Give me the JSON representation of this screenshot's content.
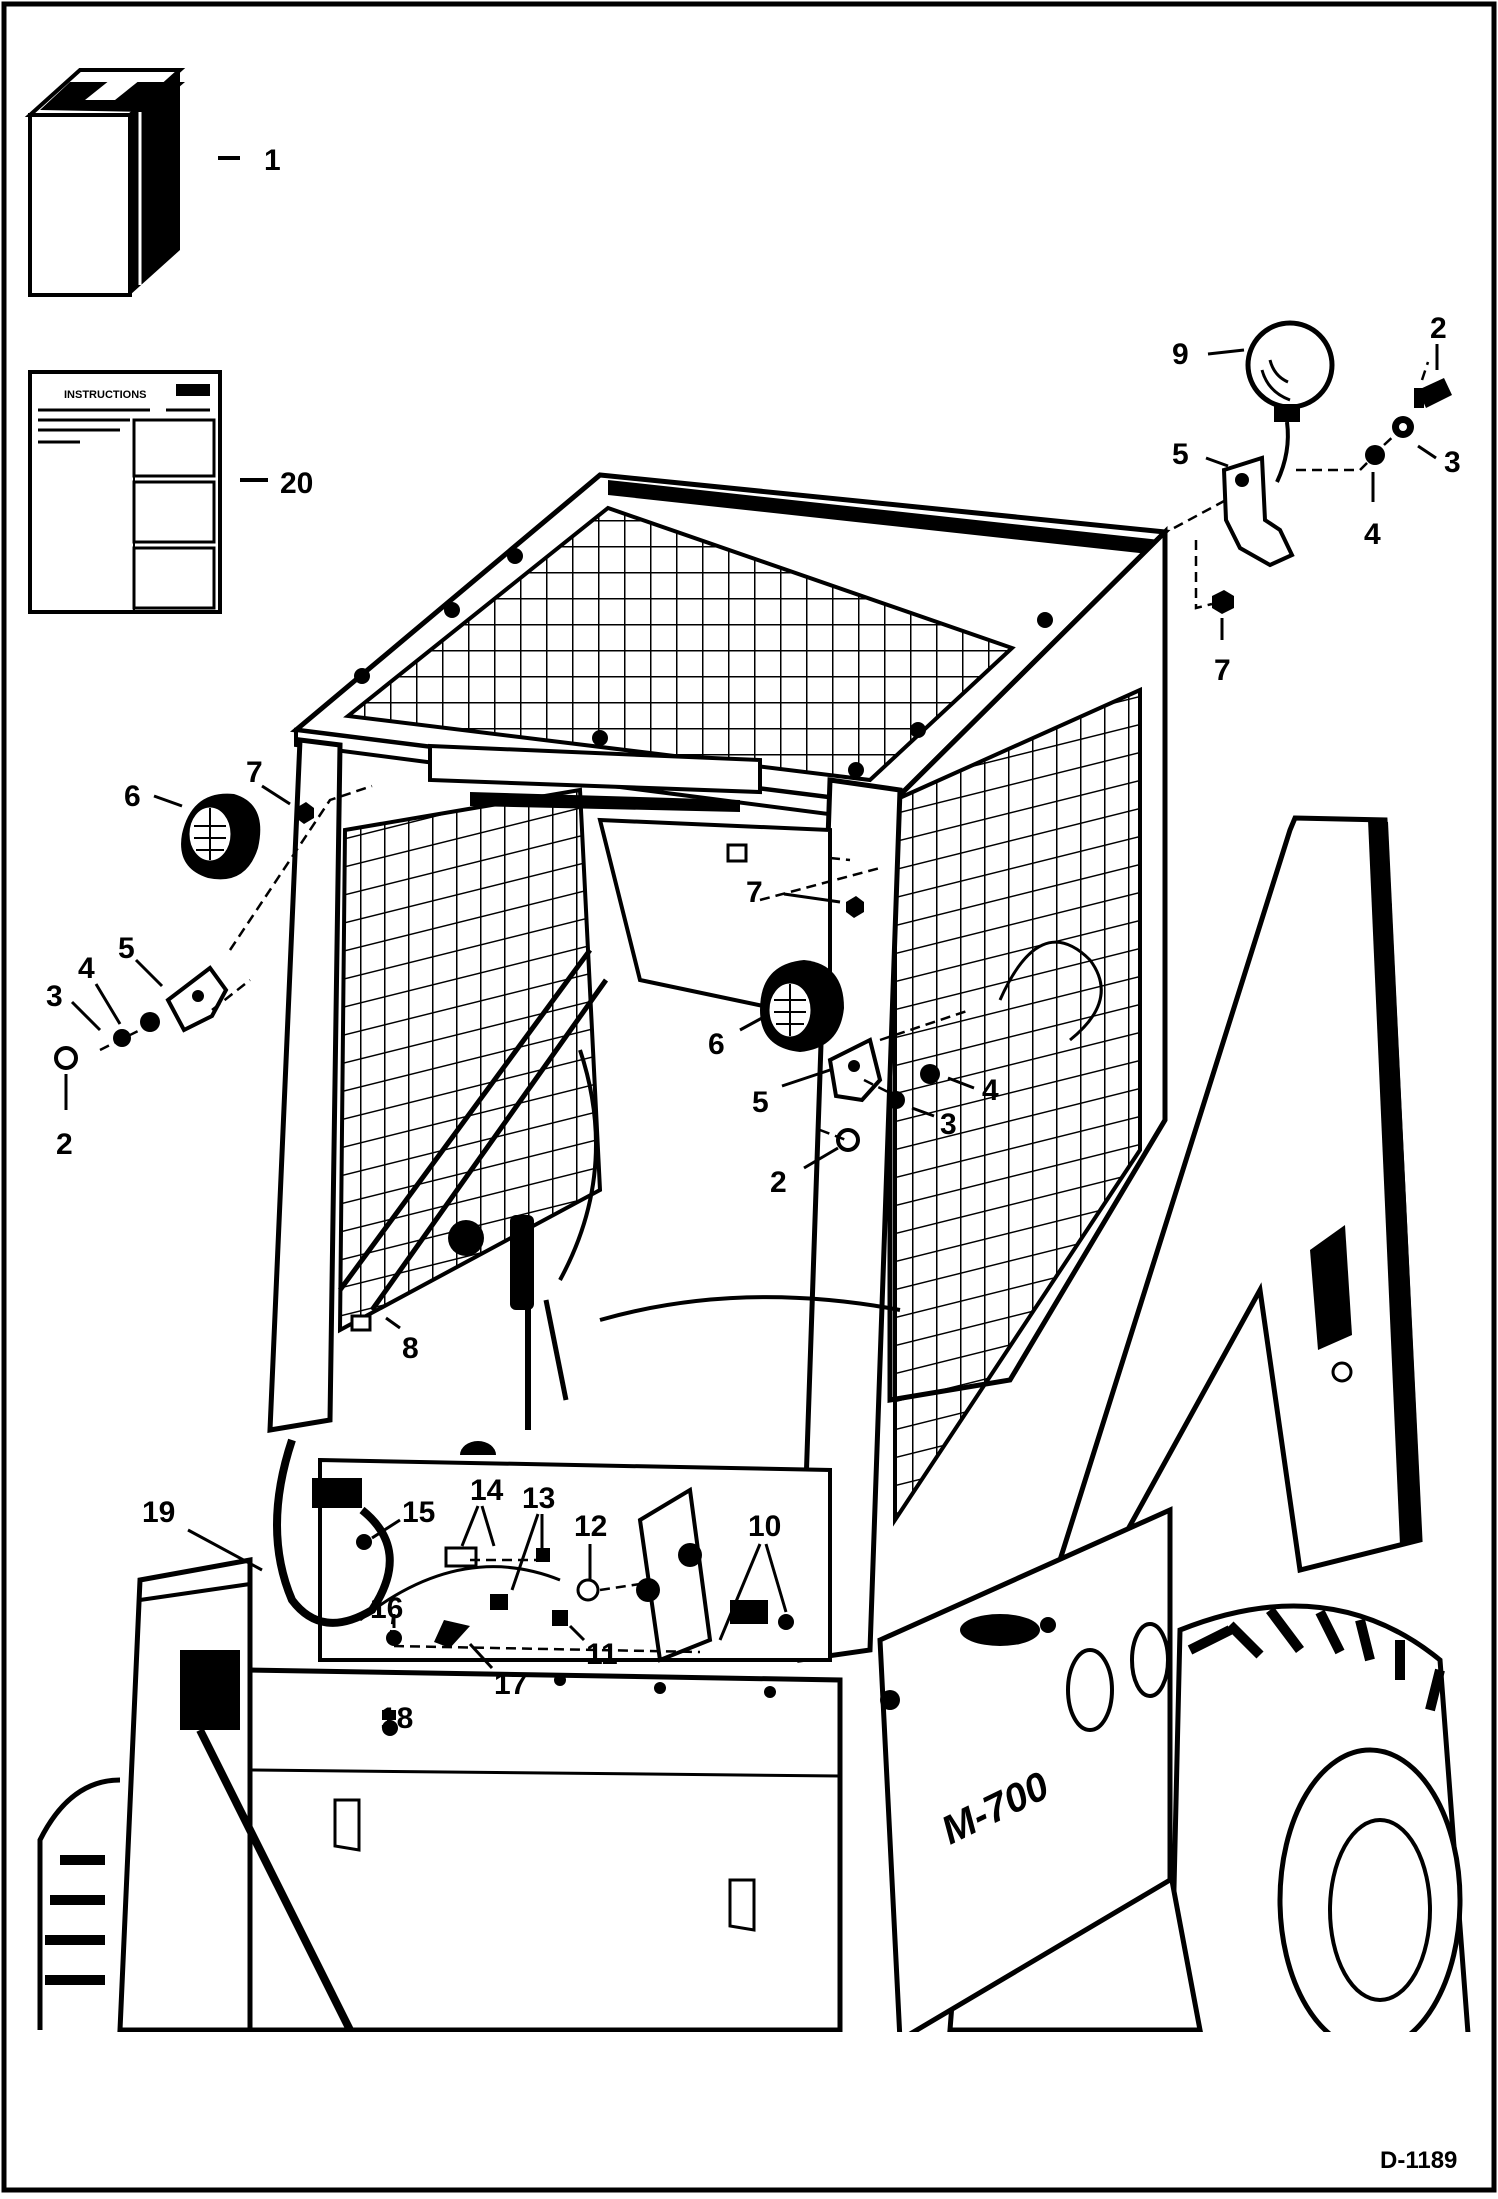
{
  "callouts": {
    "manual_box": "1",
    "instructions_sheet": "20",
    "top_light": "9",
    "top_bolt": "2",
    "top_lockwasher": "3",
    "top_washer": "4",
    "top_bracket": "5",
    "top_nut": "7",
    "left_light": "6",
    "left_nut": "7",
    "left_bracket": "5",
    "left_washer": "4",
    "left_lockwasher": "3",
    "left_bolt": "2",
    "center_nut": "7",
    "center_light": "6",
    "center_bracket": "5",
    "center_washer": "4",
    "center_lockwasher": "3",
    "center_bolt": "2",
    "decal_8": "8",
    "wire_19": "19",
    "part_15": "15",
    "part_14": "14",
    "part_13": "13",
    "part_12": "12",
    "part_10": "10",
    "part_16": "16",
    "part_11": "11",
    "part_17": "17",
    "part_18": "18"
  },
  "sheet_heading": "INSTRUCTIONS",
  "model_badge": "M-700",
  "drawing_id": "D-1189"
}
